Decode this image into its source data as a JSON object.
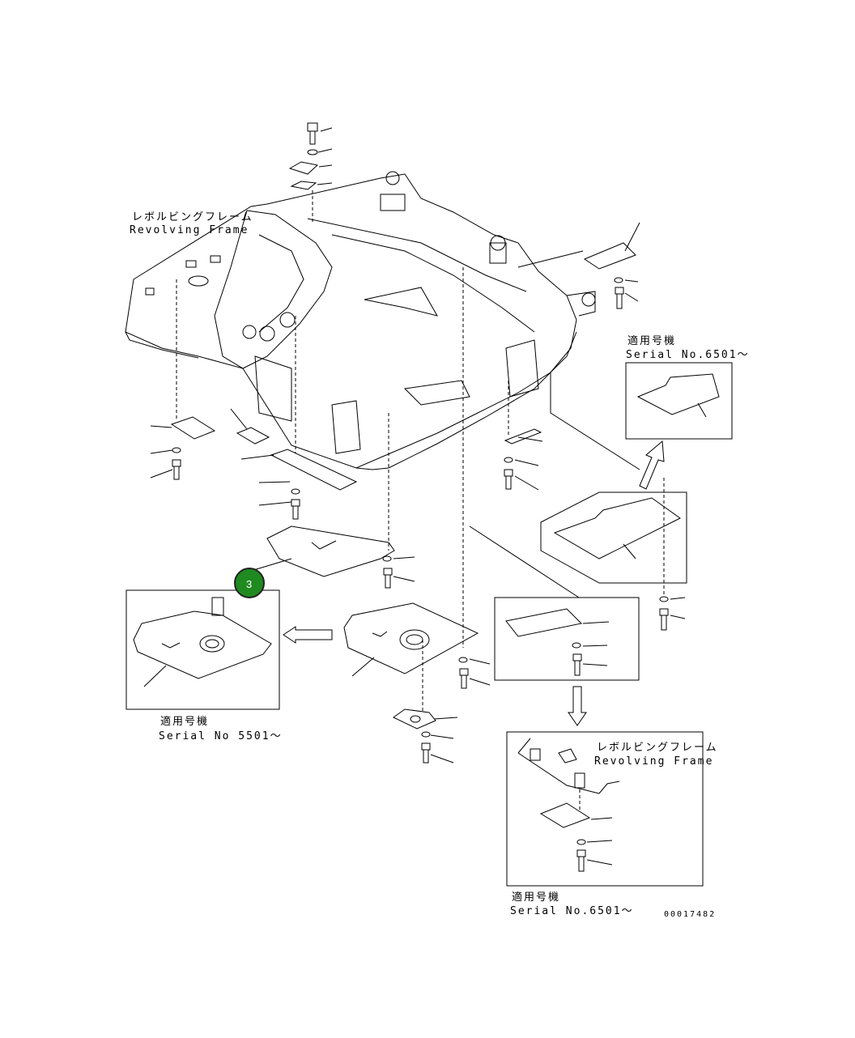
{
  "labels": {
    "rf_jp_main": "レボルビングフレーム",
    "rf_en_main": "Revolving Frame",
    "serial_jp_right": "適用号機",
    "serial_en_right": "Serial No.6501～",
    "serial_jp_left": "適用号機",
    "serial_en_left": "Serial No 5501～",
    "rf_jp_inset": "レボルビングフレーム",
    "rf_en_inset": "Revolving Frame",
    "serial_jp_bottom": "適用号機",
    "serial_en_bottom": "Serial No.6501～",
    "drawing_number": "00017482"
  },
  "callout": {
    "number": "3",
    "color": "#1f8a1f"
  }
}
